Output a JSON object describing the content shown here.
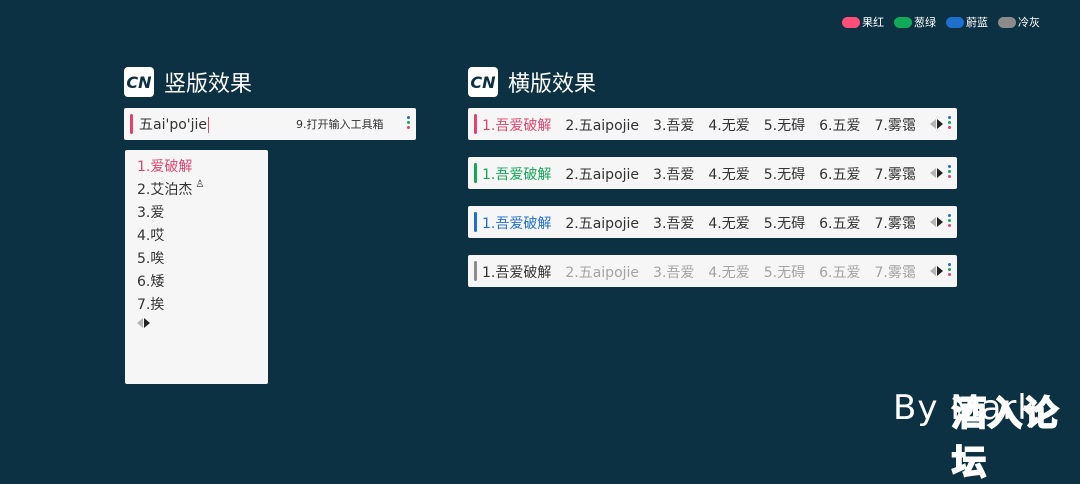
{
  "legend": [
    {
      "label": "果红",
      "color": "#ff4f78"
    },
    {
      "label": "葱绿",
      "color": "#11a858"
    },
    {
      "label": "蔚蓝",
      "color": "#1f6fcf"
    },
    {
      "label": "冷灰",
      "color": "#8b8b8b"
    }
  ],
  "vertical": {
    "title": "竖版效果",
    "badge": "CN",
    "input_text": "五ai'po'jie",
    "tool_hint": "9.打开输入工具箱",
    "candidates": [
      "1.爱破解",
      "2.艾泊杰",
      "3.爱",
      "4.哎",
      "5.唉",
      "6.矮",
      "7.挨"
    ],
    "person_icon": "♙"
  },
  "horizontal": {
    "title": "横版效果",
    "badge": "CN",
    "candidates": [
      "1.吾爱破解",
      "2.五aipojie",
      "3.吾爱",
      "4.无爱",
      "5.无碍",
      "6.五爱",
      "7.雾霭"
    ]
  },
  "theme_rows": [
    {
      "accent": "#e0456d",
      "selected_color": "#e0456d",
      "other_color": "#333333"
    },
    {
      "accent": "#11a858",
      "selected_color": "#11a858",
      "other_color": "#333333"
    },
    {
      "accent": "#1f6fcf",
      "selected_color": "#1f6fcf",
      "other_color": "#333333"
    },
    {
      "accent": "#8b8b8b",
      "selected_color": "#333333",
      "other_color": "#a3a3a3"
    }
  ],
  "footer": {
    "byline": "By Mark",
    "watermark": "酒入论坛"
  }
}
